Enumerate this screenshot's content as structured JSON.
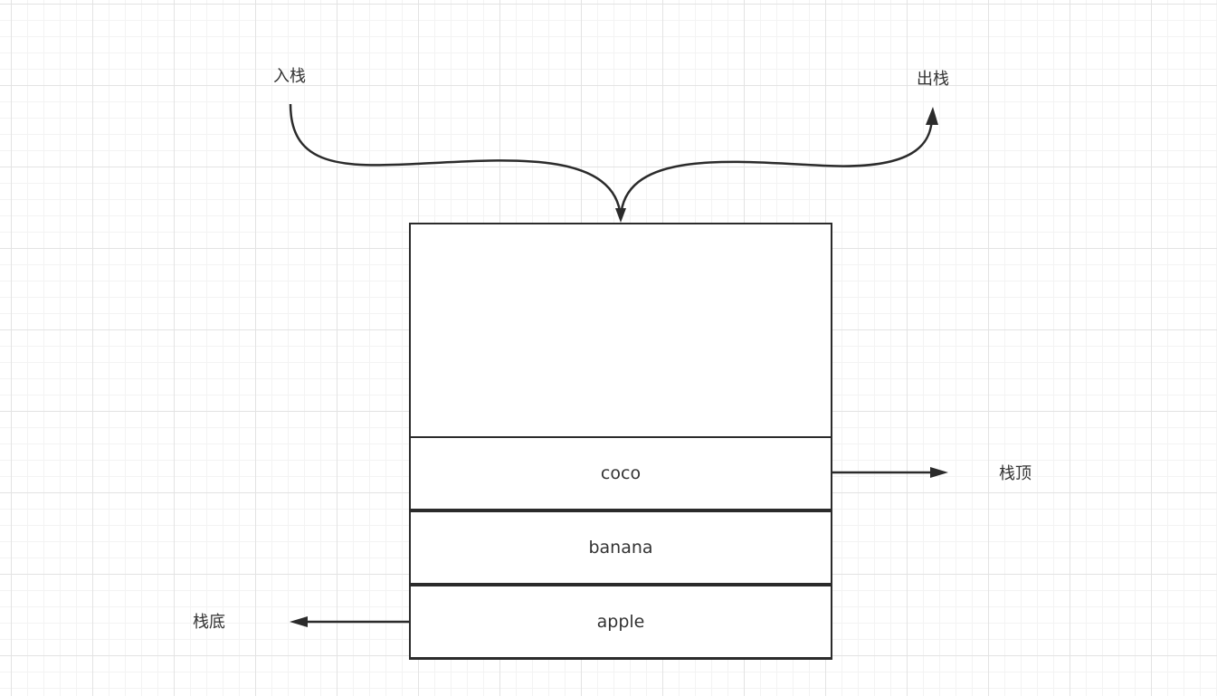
{
  "labels": {
    "push": "入栈",
    "pop": "出栈",
    "top": "栈顶",
    "bottom": "栈底"
  },
  "stack": {
    "items": [
      "coco",
      "banana",
      "apple"
    ]
  },
  "colors": {
    "stroke": "#2b2b2b",
    "text": "#333333",
    "grid": "#e3e3e3",
    "background": "#ffffff"
  }
}
